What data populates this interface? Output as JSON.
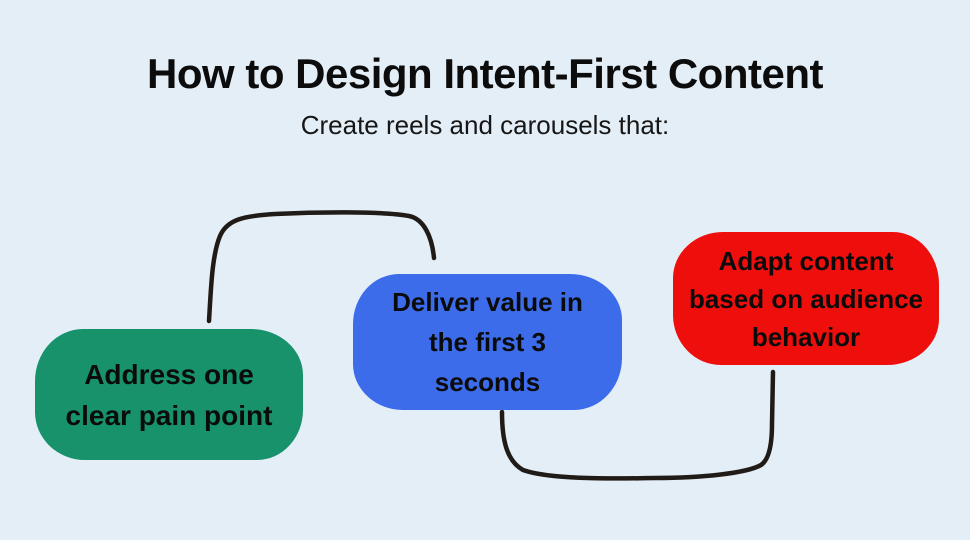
{
  "canvas": {
    "background": "#e4eef7",
    "text_color": "#0c0c0c"
  },
  "header": {
    "title": "How to Design Intent-First Content",
    "subtitle": "Create reels and carousels that:"
  },
  "boxes": [
    {
      "label": "Address one clear pain point",
      "lines": [
        "Address one",
        "clear pain point"
      ],
      "color": "#17926b"
    },
    {
      "label": "Deliver value in the first 3 seconds",
      "lines": [
        "Deliver value in",
        "the first 3",
        "seconds"
      ],
      "color": "#3d6cea"
    },
    {
      "label": "Adapt content based on audience behavior",
      "lines": [
        "Adapt content",
        "based on audience",
        "behavior"
      ],
      "color": "#ee0f0d"
    }
  ],
  "connectors": {
    "color": "#201b16",
    "links": [
      {
        "from": "Address one clear pain point",
        "to": "Deliver value in the first 3 seconds"
      },
      {
        "from": "Deliver value in the first 3 seconds",
        "to": "Adapt content based on audience behavior"
      }
    ]
  }
}
